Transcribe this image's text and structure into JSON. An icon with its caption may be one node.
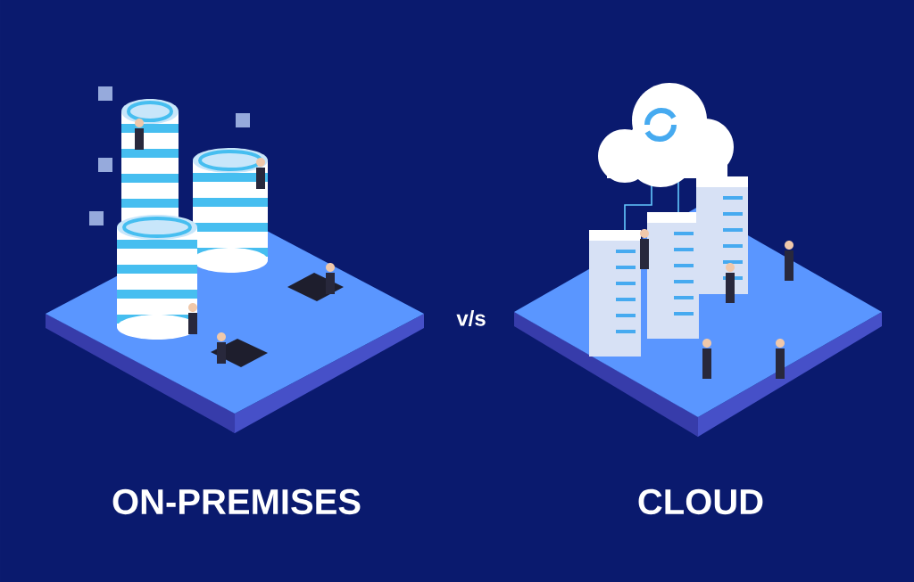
{
  "diagram": {
    "labels": [
      "ON-PREMISES",
      "v/s",
      "CLOUD"
    ]
  }
}
